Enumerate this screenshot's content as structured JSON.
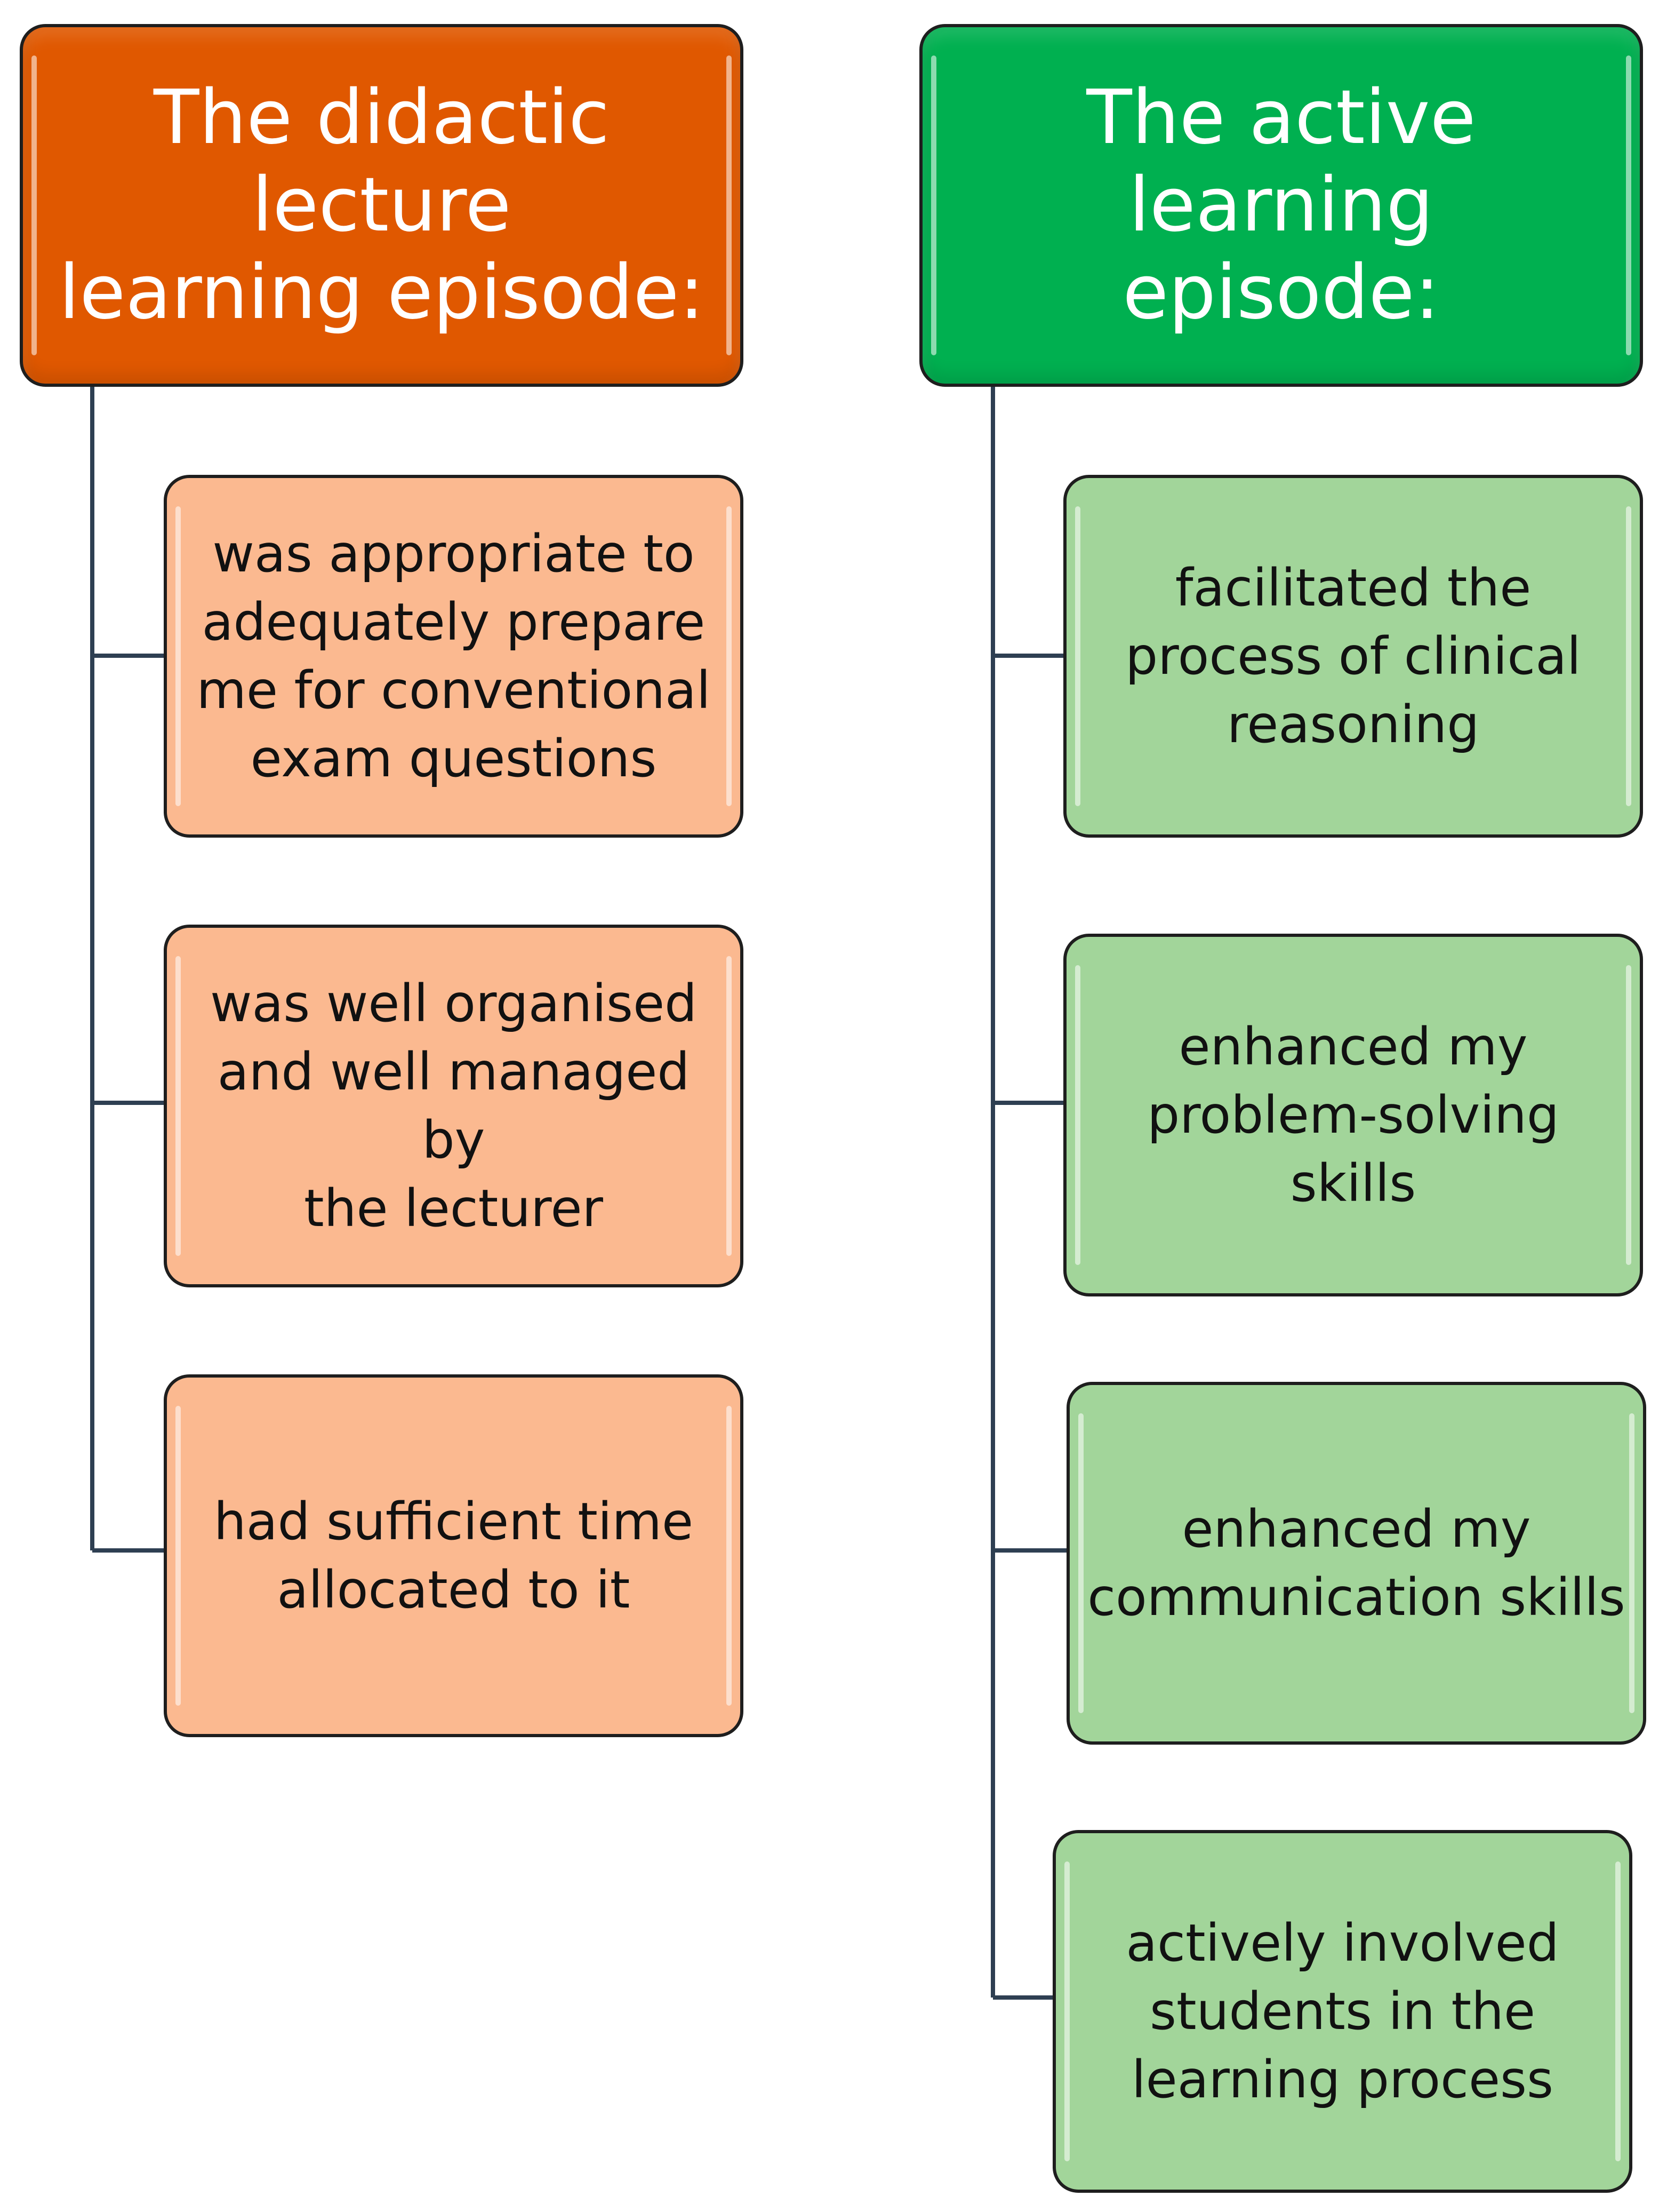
{
  "left_column": {
    "header": "The didactic lecture\nlearning episode:",
    "items": [
      "was appropriate to\nadequately prepare\nme for conventional\nexam questions",
      "was well organised\nand well managed by\nthe lecturer",
      "had sufficient time\nallocated to it"
    ]
  },
  "right_column": {
    "header": "The active learning\nepisode:",
    "items": [
      "facilitated the\nprocess of clinical\nreasoning",
      "enhanced my\nproblem-solving\nskills",
      "enhanced my\ncommunication skills",
      "actively involved\nstudents in the\nlearning process"
    ]
  },
  "colors": {
    "left_header": "#e05800",
    "left_item": "#fbb990",
    "right_header": "#00b050",
    "right_item": "#a2d59a",
    "connector": "#2e3f52",
    "border": "#1e1e1e"
  }
}
